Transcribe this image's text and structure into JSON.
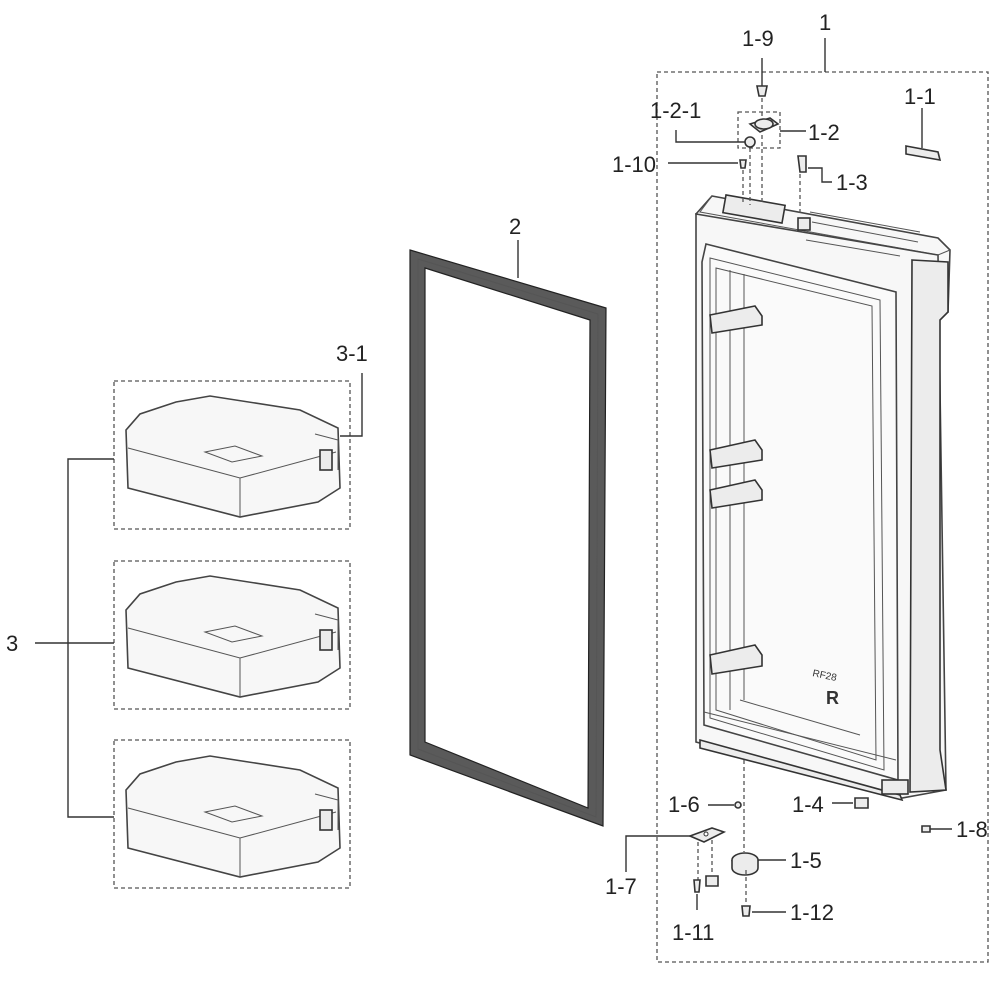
{
  "labels": {
    "l1": "1",
    "l1_1": "1-1",
    "l1_2": "1-2",
    "l1_2_1": "1-2-1",
    "l1_3": "1-3",
    "l1_4": "1-4",
    "l1_5": "1-5",
    "l1_6": "1-6",
    "l1_7": "1-7",
    "l1_8": "1-8",
    "l1_9": "1-9",
    "l1_10": "1-10",
    "l1_11": "1-11",
    "l1_12": "1-12",
    "l2": "2",
    "l3": "3",
    "l3_1": "3-1",
    "door_mark": "R",
    "door_model": "RF28"
  }
}
